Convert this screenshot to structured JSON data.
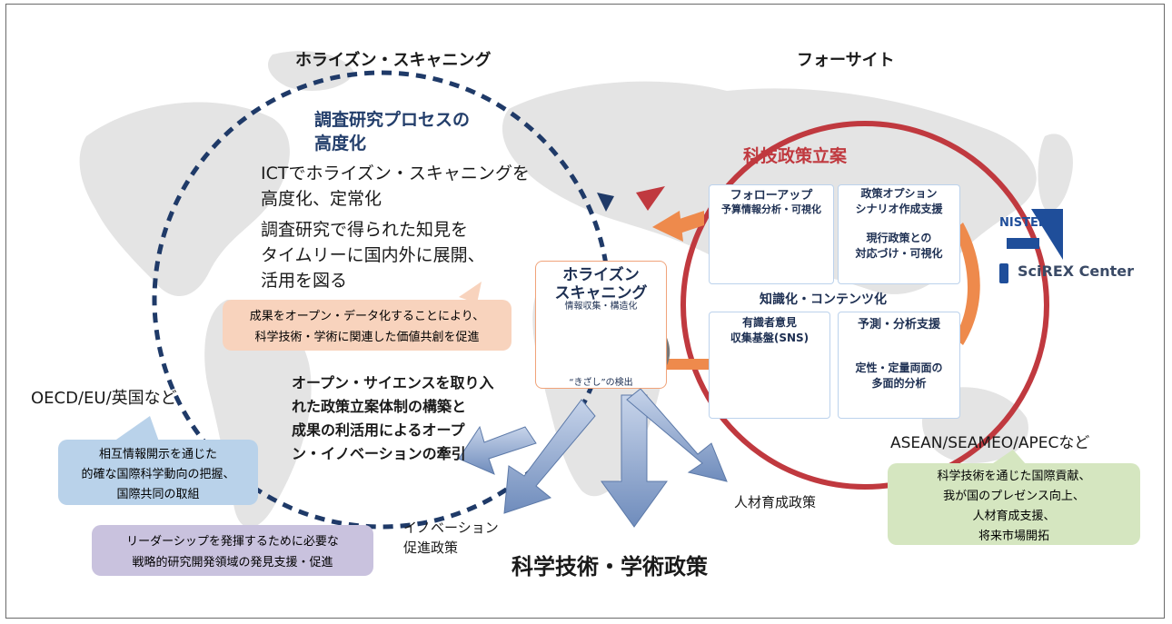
{
  "horizon_scanning": {
    "heading": "ホライズン・スキャニング",
    "process_title_line1": "調査研究プロセスの",
    "process_title_line2": "高度化",
    "ict_line1": "ICTでホライズン・スキャニングを",
    "ict_line2": "高度化、定常化",
    "knowledge_line1": "調査研究で得られた知見を",
    "knowledge_line2": "タイムリーに国内外に展開、",
    "knowledge_line3": "活用を図る",
    "open_data_line1": "成果をオープン・データ化することにより、",
    "open_data_line2": "科学技術・学術に関連した価値共創を促進",
    "open_science_line1": "オープン・サイエンスを取り入",
    "open_science_line2": "れた政策立案体制の構築と",
    "open_science_line3": "成果の利活用によるオープ",
    "open_science_line4": "ン・イノベーションの牽引"
  },
  "foresight": {
    "heading": "フォーサイト",
    "policy_making": "科技政策立案"
  },
  "center_card": {
    "title_line1": "ホライズン",
    "title_line2": "スキャニング",
    "caption_top": "情報収集・構造化",
    "caption_bottom": "“きざし”の検出"
  },
  "panels": {
    "followup_title": "フォローアップ",
    "followup_sub": "予算情報分析・可視化",
    "policy_option_title": "政策オプション",
    "policy_option_sub": "シナリオ作成支援",
    "policy_option_body_line1": "現行政策との",
    "policy_option_body_line2": "対応づけ・可視化",
    "knowledge_content": "知識化・コンテンツ化",
    "expert_line1": "有識者意見",
    "expert_line2": "収集基盤(SNS)",
    "forecast_title": "予測・分析支援",
    "forecast_body_line1": "定性・定量両面の",
    "forecast_body_line2": "多面的分析"
  },
  "logos": {
    "nistep": "NISTEP",
    "scirex": "SciREX Center"
  },
  "oecd": {
    "label": "OECD/EU/英国など",
    "bubble_line1": "相互情報開示を通じた",
    "bubble_line2": "的確な国際科学動向の把握、",
    "bubble_line3": "国際共同の取組"
  },
  "asean": {
    "label": "ASEAN/SEAMEO/APECなど",
    "bubble_line1": "科学技術を通じた国際貢献、",
    "bubble_line2": "我が国のプレゼンス向上、",
    "bubble_line3": "人材育成支援、",
    "bubble_line4": "将来市場開拓"
  },
  "innovation": {
    "label_line1": "イノベーション",
    "label_line2": "促進政策",
    "bubble_line1": "リーダーシップを発揮するために必要な",
    "bubble_line2": "戦略的研究開発領域の発見支援・促進"
  },
  "outputs": {
    "hr_policy": "人材育成政策",
    "main_policy": "科学技術・学術政策"
  },
  "colors": {
    "navy_dashed": "#1f3a68",
    "red_circle": "#c0393f",
    "orange_arrow": "#ee8a4c",
    "blue_arrow": "#7d98c4",
    "map": "#e4e4e4"
  }
}
